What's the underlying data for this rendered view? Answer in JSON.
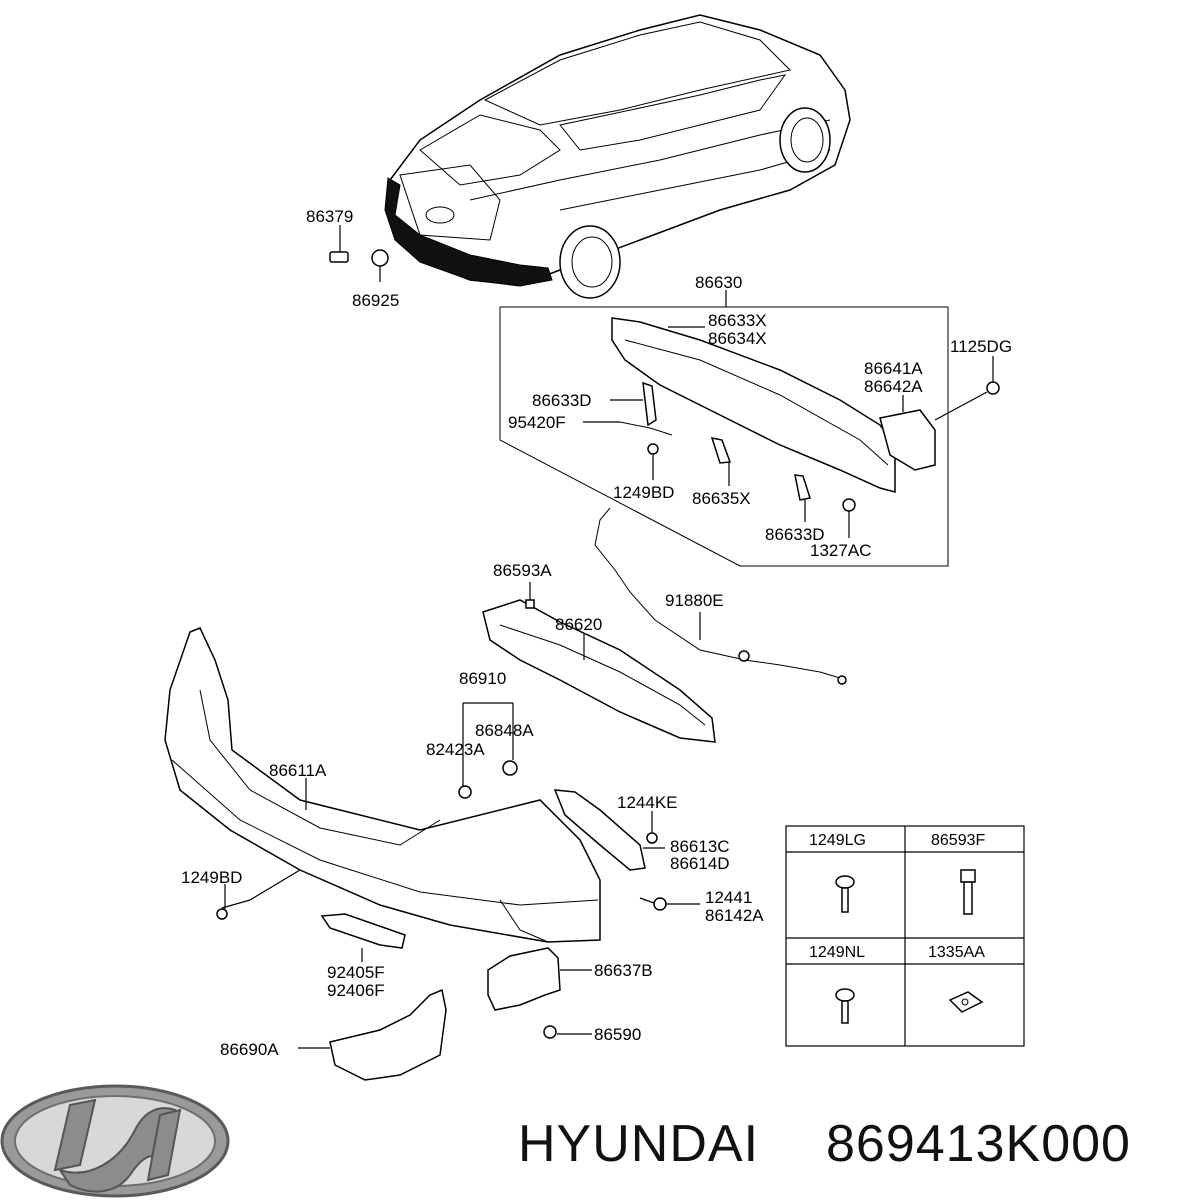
{
  "labels": {
    "p86379": "86379",
    "p86925": "86925",
    "p86630": "86630",
    "p86633X": "86633X",
    "p86634X": "86634X",
    "p1125DG": "1125DG",
    "p86641A": "86641A",
    "p86642A": "86642A",
    "p86633D_a": "86633D",
    "p95420F": "95420F",
    "p1249BD_a": "1249BD",
    "p86635X": "86635X",
    "p86633D_b": "86633D",
    "p1327AC": "1327AC",
    "p86593A": "86593A",
    "p91880E": "91880E",
    "p86620": "86620",
    "p86910": "86910",
    "p86848A": "86848A",
    "p82423A": "82423A",
    "p86611A": "86611A",
    "p1244KE": "1244KE",
    "p86613C": "86613C",
    "p86614D": "86614D",
    "p1249BD_b": "1249BD",
    "p12441": "12441",
    "p86142A": "86142A",
    "p92405F": "92405F",
    "p92406F": "92406F",
    "p86637B": "86637B",
    "p86590": "86590",
    "p86690A": "86690A"
  },
  "fastener_table": {
    "cells": [
      "1249LG",
      "86593F",
      "1249NL",
      "1335AA"
    ]
  },
  "footer": {
    "brand": "HYUNDAI",
    "part_number": "869413K000"
  },
  "icons": {
    "logo": "hyundai-logo-icon"
  }
}
